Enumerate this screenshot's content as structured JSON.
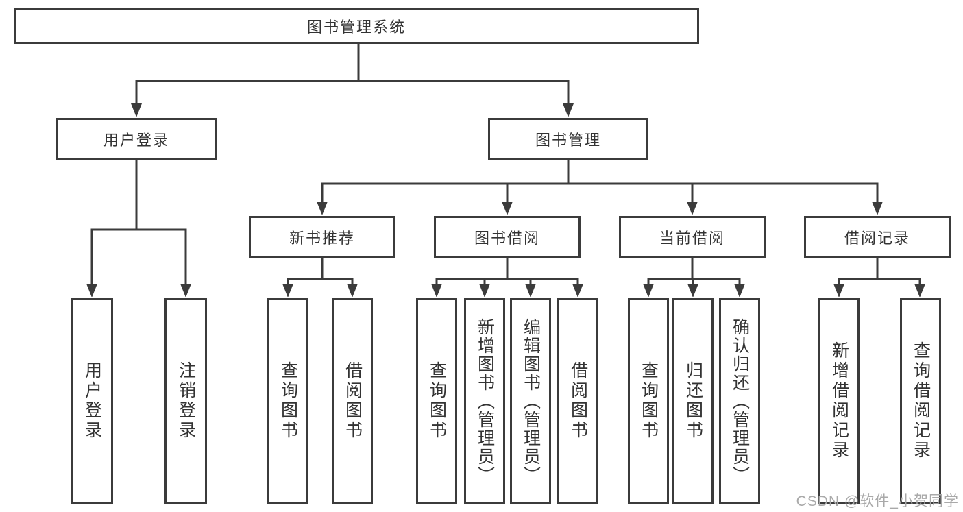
{
  "diagram": {
    "title": "图书管理系统",
    "nodes": {
      "user_login": "用户登录",
      "book_management": "图书管理",
      "new_book": "新书推荐",
      "book_borrow": "图书借阅",
      "current_borrow": "当前借阅",
      "borrow_records": "借阅记录"
    },
    "leaves": {
      "user_login": [
        "用户登录",
        "注销登录"
      ],
      "new_book": [
        "查询图书",
        "借阅图书"
      ],
      "book_borrow": [
        "查询图书",
        "新增图书（管理员）",
        "编辑图书（管理员）",
        "借阅图书"
      ],
      "current_borrow": [
        "查询图书",
        "归还图书",
        "确认归还（管理员）"
      ],
      "borrow_records": [
        "新增借阅记录",
        "查询借阅记录"
      ]
    },
    "watermark": "CSDN @软件_小贺同学",
    "colors": {
      "line": "#3b3b3b",
      "text": "#333333",
      "background": "#ffffff",
      "watermark": "#a9a9a9"
    }
  }
}
